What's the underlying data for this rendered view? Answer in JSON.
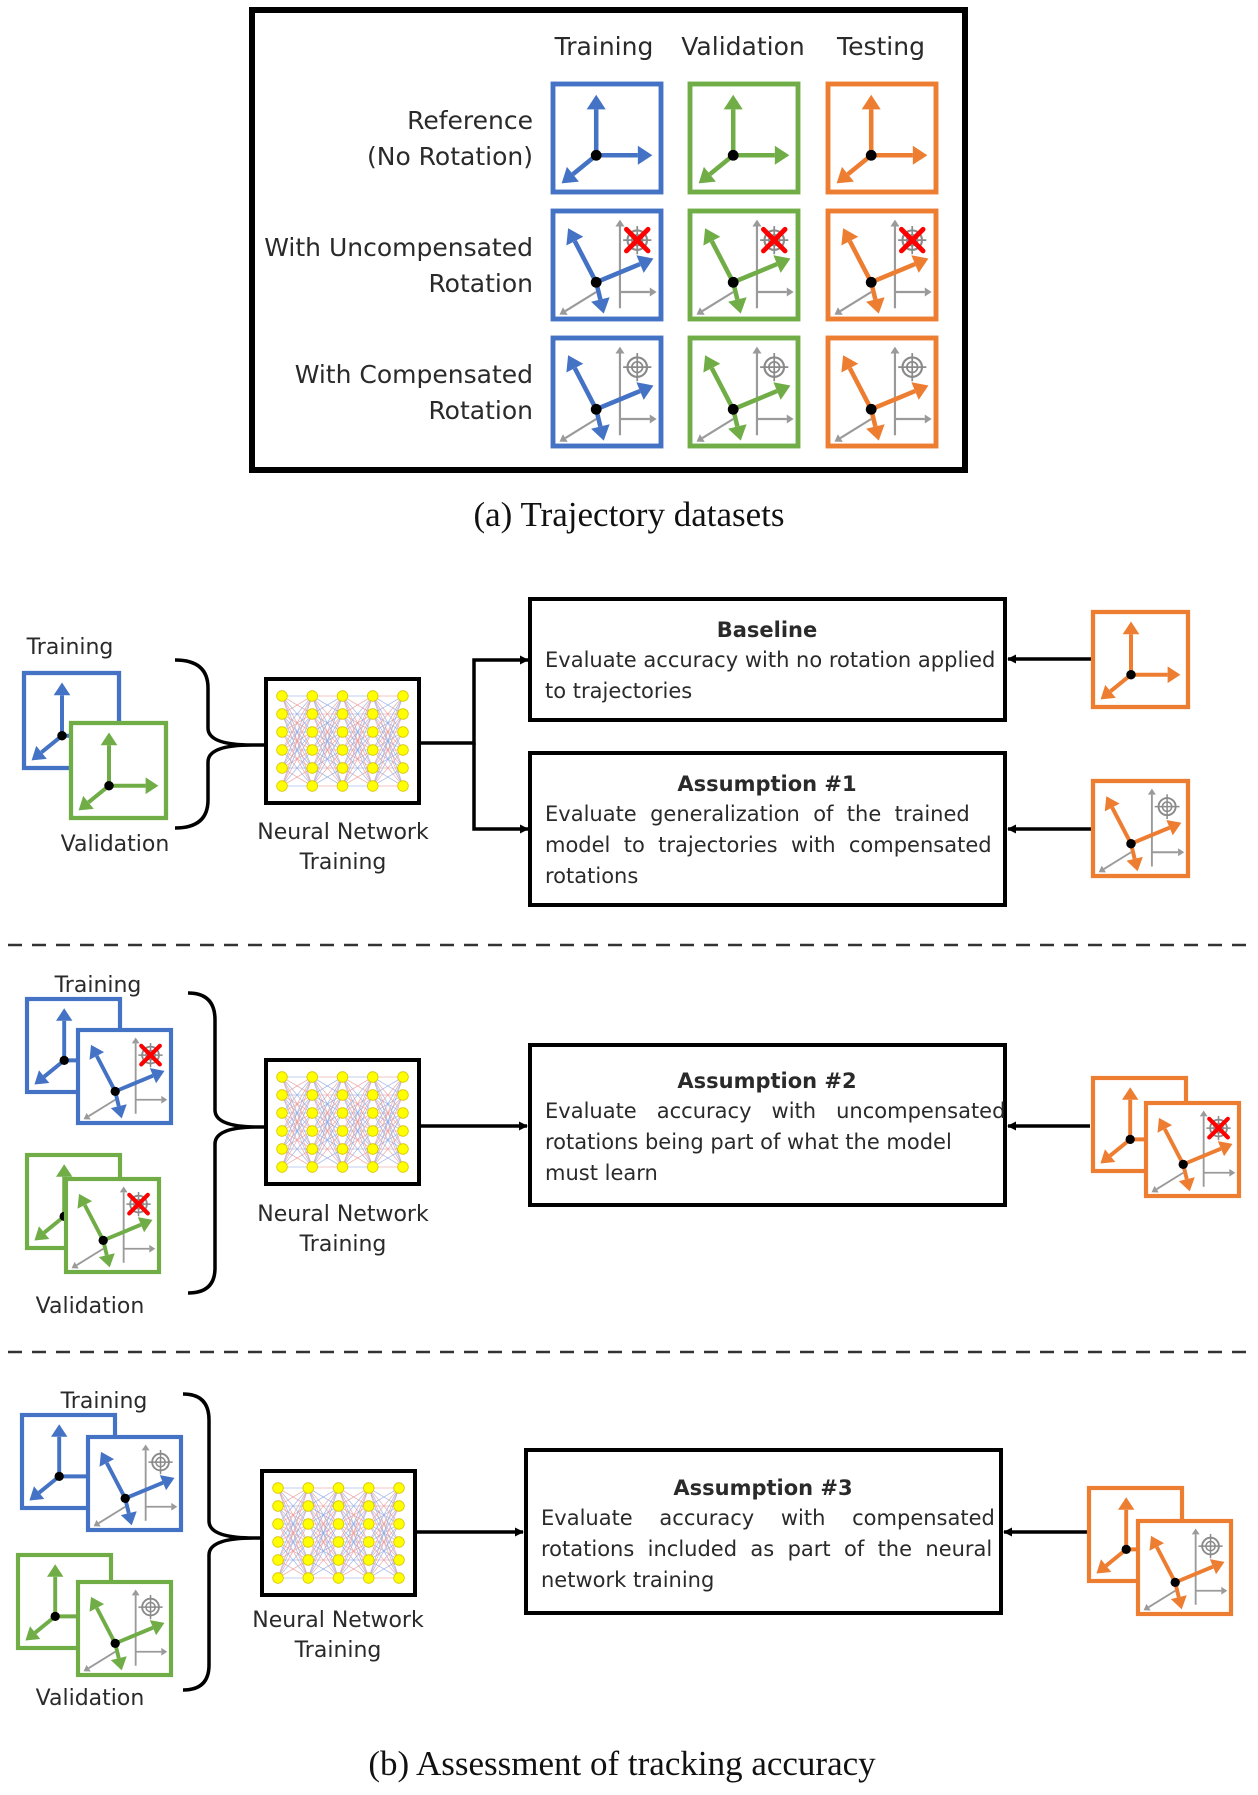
{
  "colors": {
    "training": "#4472C4",
    "validation": "#70AD47",
    "testing": "#ED7D31",
    "rotation_gray": "#9a9a9a",
    "cross_red": "#FF0000",
    "node_yellow": "#FFFF00",
    "frame": "#000000"
  },
  "panel_a": {
    "columns": [
      "Training",
      "Validation",
      "Testing"
    ],
    "rows": [
      {
        "line1": "Reference",
        "line2": "(No Rotation)",
        "kind": "reference"
      },
      {
        "line1": "With Uncompensated",
        "line2": "Rotation",
        "kind": "uncompensated"
      },
      {
        "line1": "With Compensated",
        "line2": "Rotation",
        "kind": "compensated"
      }
    ],
    "caption": "(a) Trajectory datasets"
  },
  "panel_b": {
    "nn_line1": "Neural Network",
    "nn_line2": "Training",
    "training_label": "Training",
    "validation_label": "Validation",
    "boxes": {
      "baseline": {
        "title": "Baseline",
        "lines": [
          "Evaluate accuracy with no rotation applied",
          "to trajectories"
        ]
      },
      "assumption1": {
        "title": "Assumption #1",
        "lines": [
          "Evaluate  generalization  of  the  trained",
          "model  to  trajectories  with  compensated",
          "rotations"
        ]
      },
      "assumption2": {
        "title": "Assumption #2",
        "lines": [
          "Evaluate   accuracy   with   uncompensated",
          "rotations being part of what the model",
          "must learn"
        ]
      },
      "assumption3": {
        "title": "Assumption #3",
        "lines": [
          "Evaluate    accuracy    with    compensated",
          "rotations  included  as  part  of  the  neural",
          "network training"
        ]
      }
    },
    "caption": "(b) Assessment of tracking accuracy"
  }
}
